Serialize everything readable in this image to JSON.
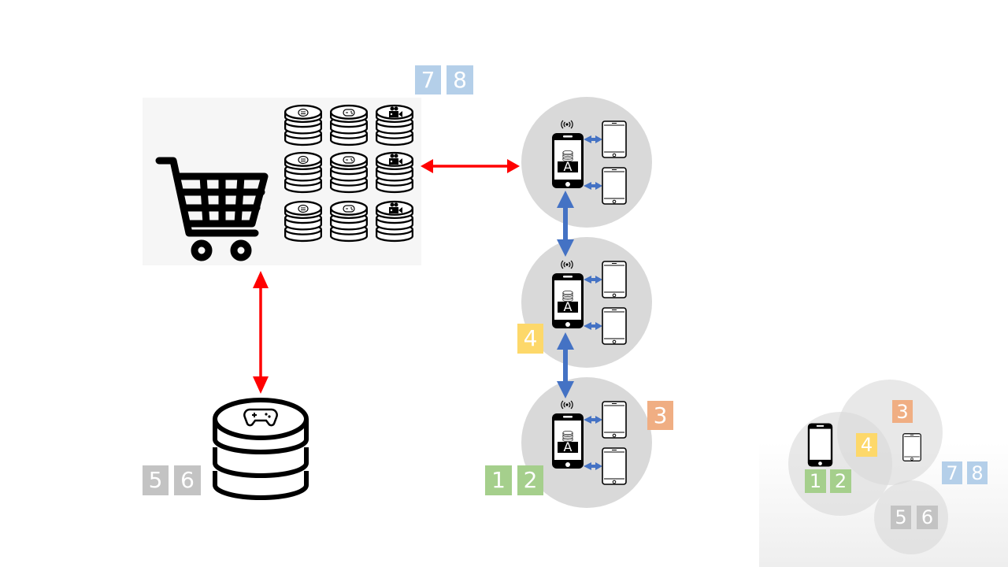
{
  "badges": {
    "top_7": "7",
    "top_8": "8",
    "mid_4": "4",
    "right_3": "3",
    "bottom_1": "1",
    "bottom_2": "2",
    "db_5": "5",
    "db_6": "6",
    "mini_3": "3",
    "mini_4": "4",
    "mini_1": "1",
    "mini_2": "2",
    "mini_7": "7",
    "mini_8": "8",
    "mini_5": "5",
    "mini_6": "6"
  },
  "phone_label": "A",
  "colors": {
    "blue_badge": "#b4cfe9",
    "yellow_badge": "#fdd86a",
    "orange_badge": "#f0ae83",
    "green_badge": "#a5cf8c",
    "gray_badge": "#c3c3c3",
    "red_arrow": "#ff0000",
    "blue_arrow": "#4472c4",
    "node_circle": "#d9d9d9"
  },
  "icons": {
    "store": "shopping-cart-icon",
    "db_chat": "database-chat-icon",
    "db_game": "database-game-icon",
    "db_video": "database-video-icon",
    "phone": "smartphone-icon",
    "tablet": "tablet-icon",
    "antenna": "broadcast-icon",
    "gamepad": "gamepad-icon"
  }
}
